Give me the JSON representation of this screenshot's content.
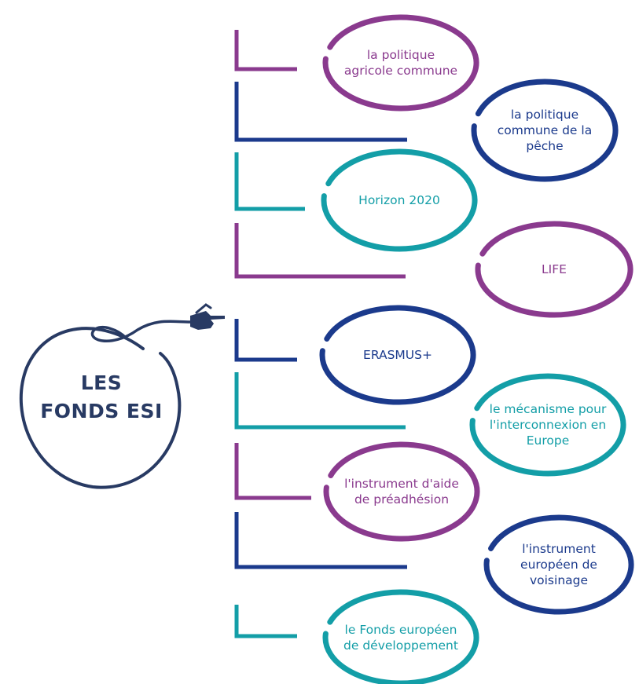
{
  "hub": {
    "line1": "LES",
    "line2": "FONDS ESI"
  },
  "colors": {
    "purple": "#8a3a8e",
    "navy": "#1b3a8c",
    "teal": "#139ea7",
    "hub": "#283a63"
  },
  "items": [
    {
      "label": "la politique agricole commune",
      "color": "purple"
    },
    {
      "label": "la politique commune de la pêche",
      "color": "navy"
    },
    {
      "label": "Horizon 2020",
      "color": "teal"
    },
    {
      "label": "LIFE",
      "color": "purple"
    },
    {
      "label": "ERASMUS+",
      "color": "navy"
    },
    {
      "label": "le mécanisme pour l'interconnexion en Europe",
      "color": "teal"
    },
    {
      "label": "l'instrument d'aide de préadhésion",
      "color": "purple"
    },
    {
      "label": "l'instrument européen de voisinage",
      "color": "navy"
    },
    {
      "label": "le Fonds européen de développement",
      "color": "teal"
    }
  ]
}
